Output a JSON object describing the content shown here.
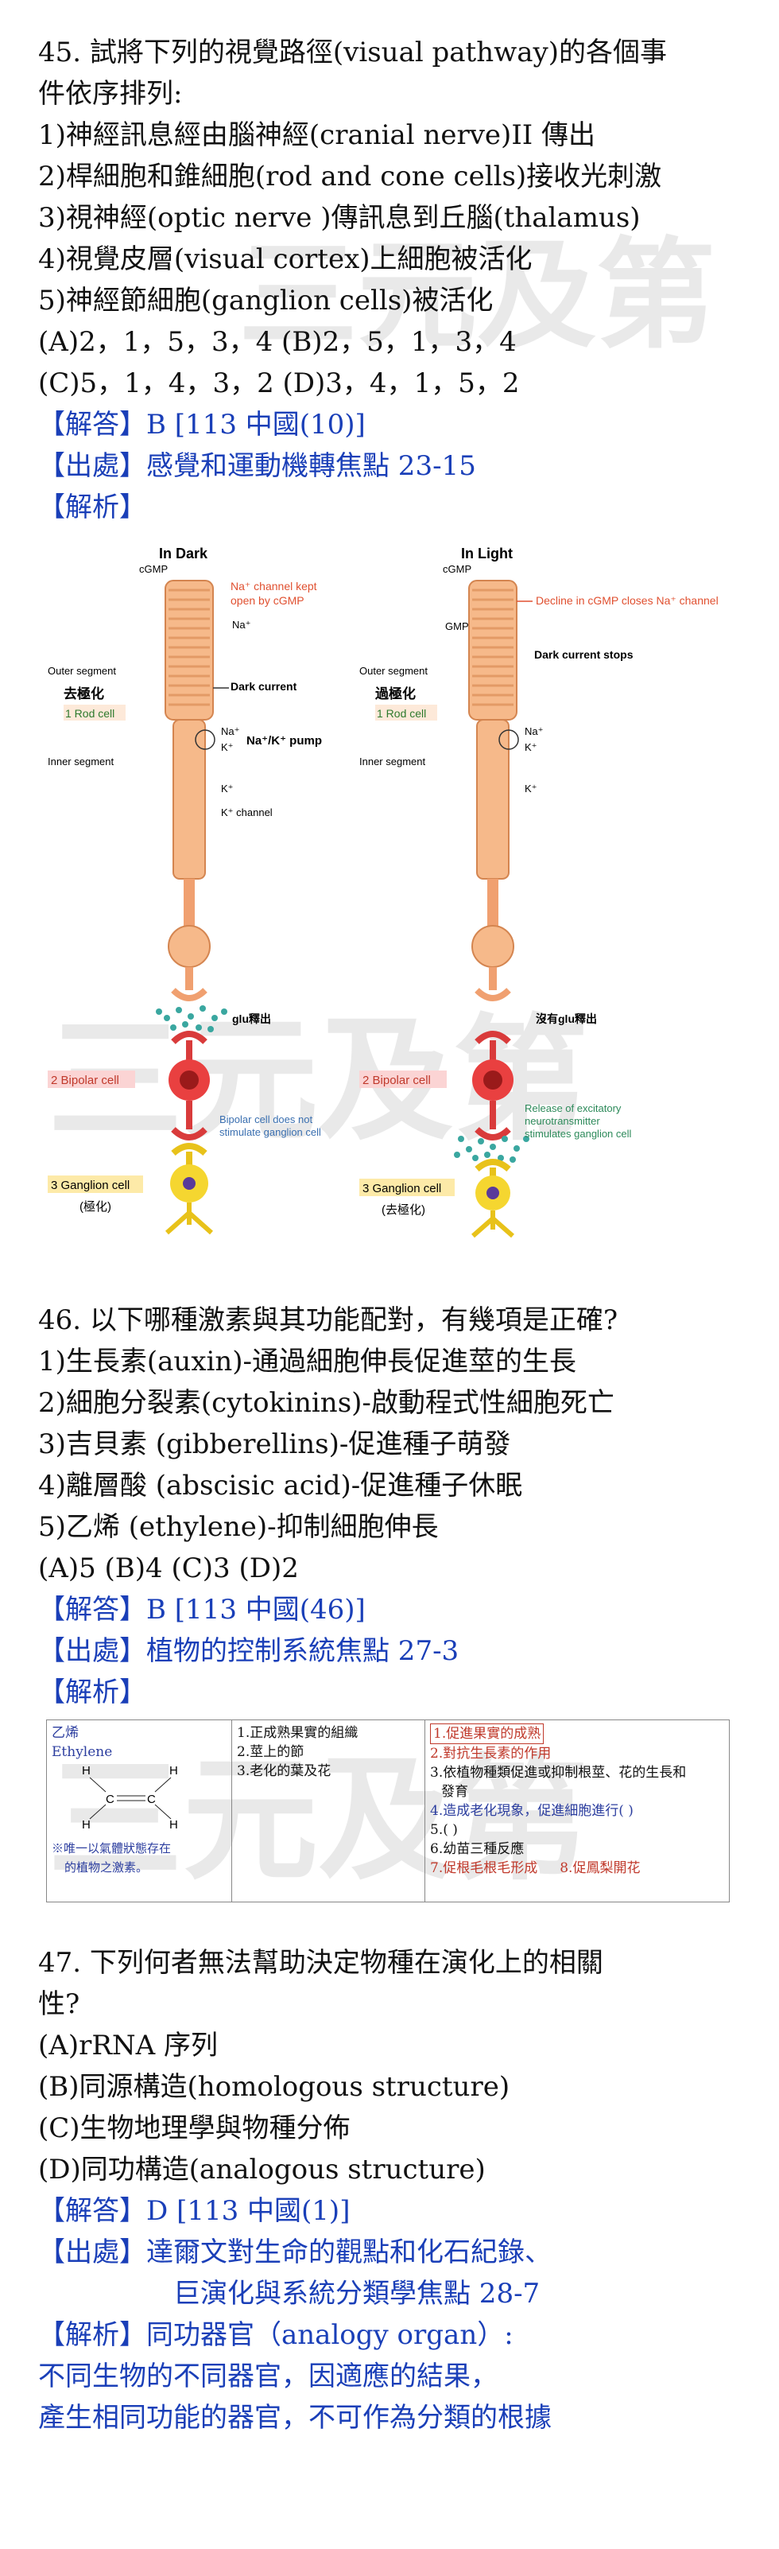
{
  "watermark": {
    "text": "三元及第"
  },
  "q45": {
    "stem_line1": "45. 試將下列的視覺路徑(visual pathway)的各個事",
    "stem_line2": "件依序排列:",
    "items": [
      "1)神經訊息經由腦神經(cranial nerve)II  傳出",
      "2)桿細胞和錐細胞(rod and cone cells)接收光刺激",
      "3)視神經(optic nerve )傳訊息到丘腦(thalamus)",
      "4)視覺皮層(visual cortex)上細胞被活化",
      "5)神經節細胞(ganglion cells)被活化"
    ],
    "options_row1": "(A)2，1，5，3，4    (B)2，5，1，3，4",
    "options_row2": "(C)5，1，4，3，2    (D)3，4，1，5，2",
    "answer": "【解答】B      [113 中國(10)]",
    "source": "【出處】感覺和運動機轉焦點 23-15",
    "explain": "【解析】"
  },
  "figure45": {
    "left_title": "In Dark",
    "right_title": "In Light",
    "cgmp": "cGMP",
    "na_kept": "Na⁺ channel kept",
    "open_by": "open by cGMP",
    "na": "Na⁺",
    "k": "K⁺",
    "outer_segment": "Outer segment",
    "depolarize": "去極化",
    "hyperpolarize": "過極化",
    "rod_cell": "1 Rod cell",
    "dark_current": "Dark current",
    "dark_current_stops": "Dark current stops",
    "pump": "Na⁺/K⁺ pump",
    "inner_segment": "Inner segment",
    "k_channel": "K⁺ channel",
    "decline": "Decline in cGMP closes Na⁺ channel",
    "gmp": "GMP",
    "glu_release": "glu釋出",
    "no_glu": "沒有glu釋出",
    "bipolar": "2 Bipolar cell",
    "bipolar_not": "Bipolar cell does not",
    "stim_ganglion": "stimulate ganglion cell",
    "release1": "Release of excitatory",
    "release2": "neurotransmitter",
    "release3": "stimulates ganglion cell",
    "ganglion": "3 Ganglion cell",
    "left_state": "(極化)",
    "right_state": "(去極化)"
  },
  "q46": {
    "stem": "46. 以下哪種激素與其功能配對，有幾項是正確?",
    "items": [
      "1)生長素(auxin)-通過細胞伸長促進莖的生長",
      "2)細胞分裂素(cytokinins)-啟動程式性細胞死亡",
      "3)吉貝素  (gibberellins)-促進種子萌發",
      "4)離層酸  (abscisic acid)-促進種子休眠",
      "5)乙烯  (ethylene)-抑制細胞伸長"
    ],
    "options": "(A)5      (B)4      (C)3      (D)2",
    "answer": "【解答】B      [113 中國(46)]",
    "source": "【出處】植物的控制系統焦點 27-3",
    "explain": "【解析】"
  },
  "table46": {
    "name_zh": "乙烯",
    "name_en": "Ethylene",
    "note1": "※唯一以氣體狀態存在",
    "note2": "的植物之激素。",
    "atom_h": "H",
    "atom_c": "C",
    "col2": [
      "1.正成熟果實的組織",
      "2.莖上的節",
      "3.老化的葉及花"
    ],
    "col3": [
      "1.促進果實的成熟",
      "2.對抗生長素的作用",
      "3.依植物種類促進或抑制根莖、花的生長和",
      "發育",
      "4.造成老化現象，促進細胞進行(          )",
      "5.(     )",
      "6.幼苗三種反應",
      "7.促根毛根毛形成",
      "8.促鳳梨開花"
    ]
  },
  "q47": {
    "stem_line1": "47. 下列何者無法幫助決定物種在演化上的相關",
    "stem_line2": "性?",
    "options": [
      "(A)rRNA  序列",
      "(B)同源構造(homologous structure)",
      "(C)生物地理學與物種分佈",
      "(D)同功構造(analogous structure)"
    ],
    "answer": "【解答】D      [113 中國(1)]",
    "source_line1": "【出處】達爾文對生命的觀點和化石紀錄、",
    "source_line2": "巨演化與系統分類學焦點 28-7",
    "explain_line1": "【解析】同功器官（analogy organ）:",
    "explain_line2": "不同生物的不同器官，因適應的結果，",
    "explain_line3": "產生相同功能的器官，不可作為分類的根據"
  }
}
